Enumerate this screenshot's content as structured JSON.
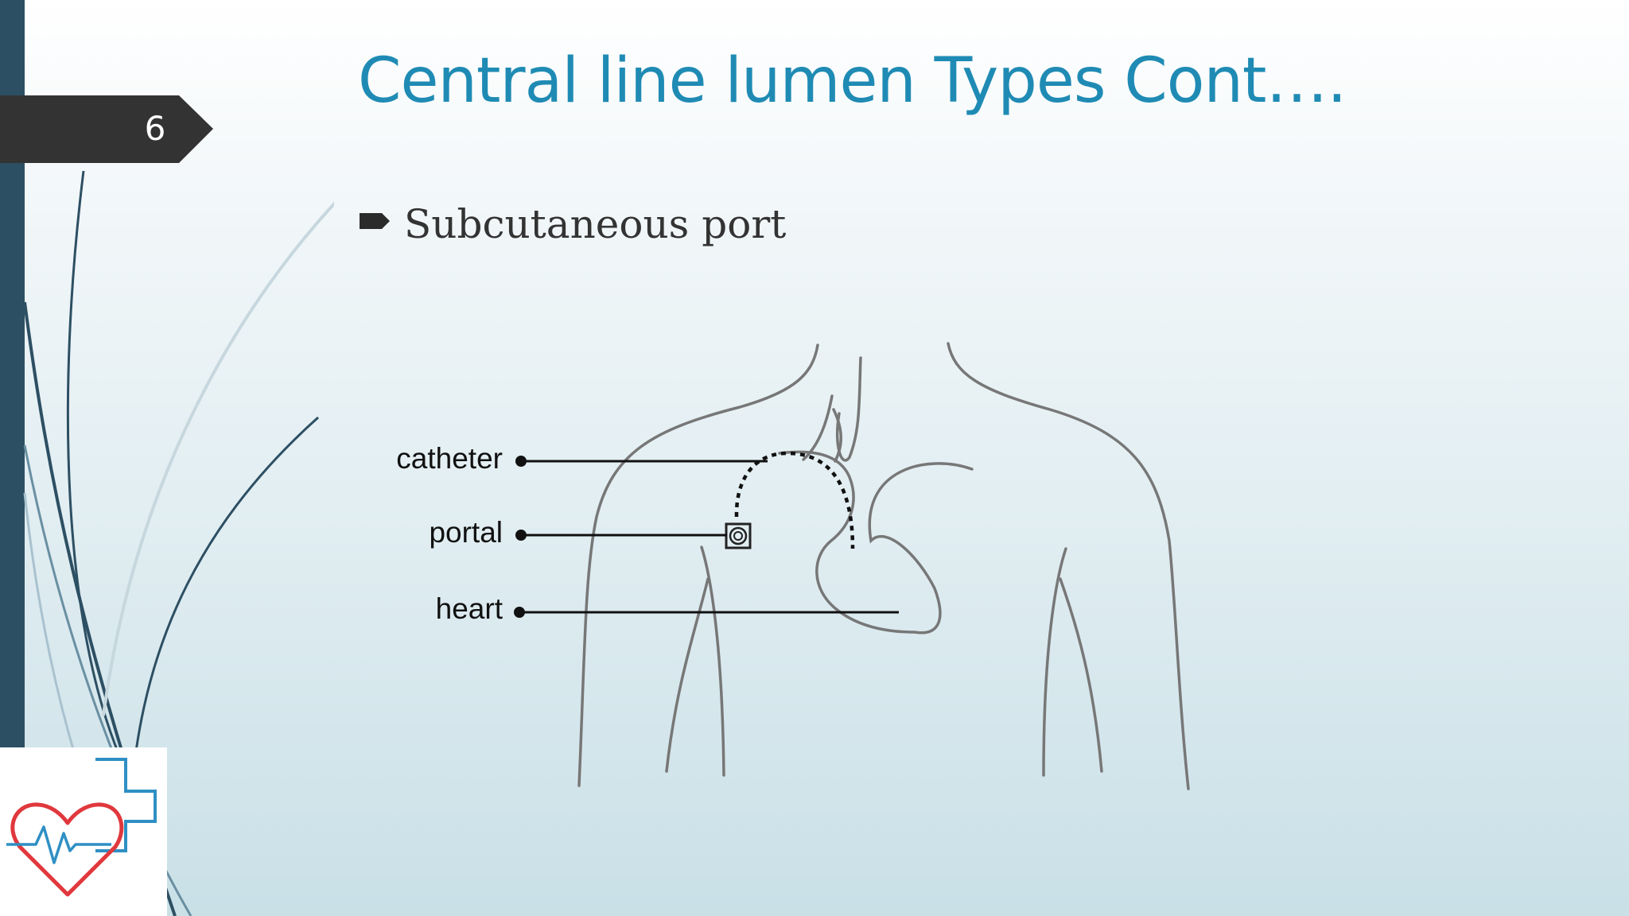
{
  "slide": {
    "number": "6",
    "title": "Central line lumen Types Cont….",
    "bullet": "Subcutaneous port"
  },
  "diagram": {
    "labels": {
      "catheter": "catheter",
      "portal": "portal",
      "heart": "heart"
    }
  },
  "icons": {
    "bullet": "pointing-tag-icon",
    "logo": "heart-cross-ecg-logo"
  },
  "colors": {
    "title": "#1f8bb4",
    "left_bar": "#2d4f63",
    "slide_tab": "#333333",
    "logo_heart": "#e0383d",
    "logo_cross": "#2e8fc4"
  }
}
